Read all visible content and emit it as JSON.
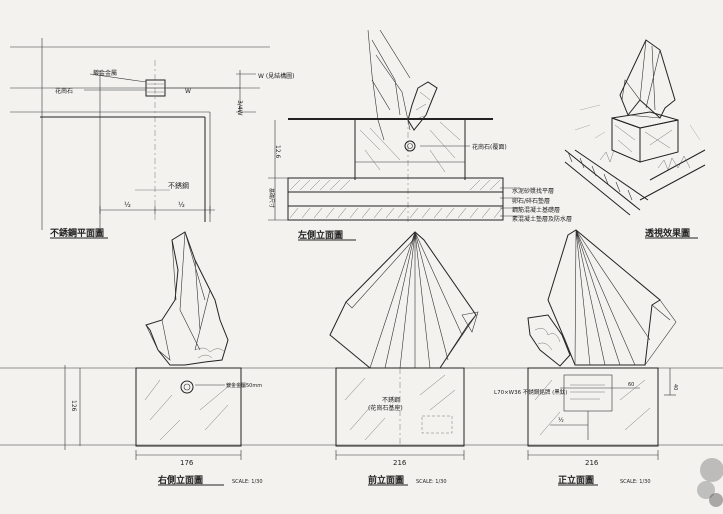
{
  "sheet": {
    "title_top_left": "不銹鋼平面圖",
    "title_section": "左側立面圖",
    "title_perspective": "透視效果圖",
    "title_right_elev": "右側立面圖",
    "title_front_elev": "前立面圖",
    "title_rear_elev": "正立面圖",
    "scale_1": "SCALE: 1/30",
    "scale_2": "SCALE: 1/30",
    "scale_3": "SCALE: 1/30"
  },
  "plan": {
    "label_gold": "鍍金金屬",
    "label_stone": "花崗石",
    "label_center": "不銹鋼",
    "label_w": "W (見結構圖)",
    "dim_half_l": "½",
    "dim_half_r": "½",
    "dim_vert": "3/4W",
    "dim_w": "W"
  },
  "section": {
    "label_top": "花崗石(覆面)",
    "dim_left": "12.6",
    "dim_base": "基礎尺寸",
    "notes": [
      "水泥砂漿找平層",
      "卵石/碎石墊層",
      "鋼筋混凝土基礎層",
      "素混凝土墊層及防水層"
    ]
  },
  "elevations": {
    "right_label": "鍍金金屬50mm",
    "right_dim_h": "126",
    "right_dim_w": "176",
    "front_label_1": "不銹鋼",
    "front_label_2": "(花崗石基座)",
    "front_dim_w": "216",
    "rear_label": "L70×W36 不銹鋼銘牌 (黑鈦)",
    "rear_dim_60": "60",
    "rear_dim_half": "½",
    "rear_dim_w": "216",
    "rear_dim_side": "40"
  }
}
